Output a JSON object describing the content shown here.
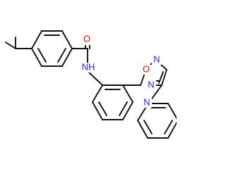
{
  "molecule": {
    "atom_colors": {
      "carbon_bond": "#111111",
      "oxygen": "#ff0000",
      "nitrogen": "#2222ff"
    },
    "labels": {
      "carbonyl_oxygen": "O",
      "amide_nitrogen": "NH",
      "oxadiazole_oxygen": "O",
      "oxadiazole_nitrogen_top": "N",
      "oxadiazole_nitrogen_bottom": "N",
      "pyridine_nitrogen": "N"
    }
  }
}
